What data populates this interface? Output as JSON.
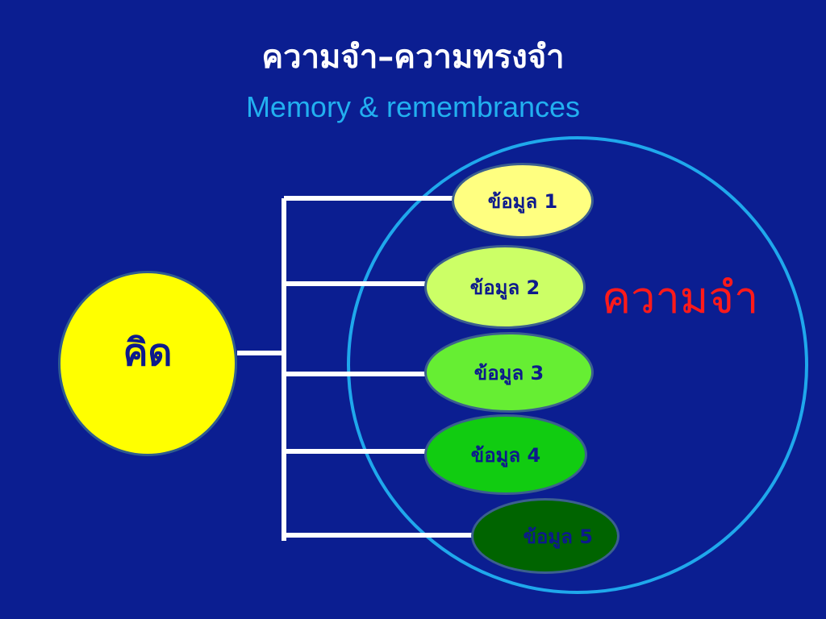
{
  "title": "ความจำ–ความทรงจำ",
  "subtitle": "Memory & remembrances",
  "center_node": "คิด",
  "memory_label": "ความจำ",
  "nodes": [
    {
      "label": "ข้อมูล 1",
      "color": "#ffff80"
    },
    {
      "label": "ข้อมูล 2",
      "color": "#ccff66"
    },
    {
      "label": "ข้อมูล 3",
      "color": "#66ee33"
    },
    {
      "label": "ข้อมูล 4",
      "color": "#11cc11"
    },
    {
      "label": "ข้อมูล 5",
      "color": "#006400"
    }
  ],
  "colors": {
    "background": "#0b1e91",
    "title": "#ffffff",
    "subtitle": "#22b0f0",
    "memory_label": "#ff1a1a",
    "memory_circle": "#1fa8ec",
    "connector": "#ffffff"
  }
}
